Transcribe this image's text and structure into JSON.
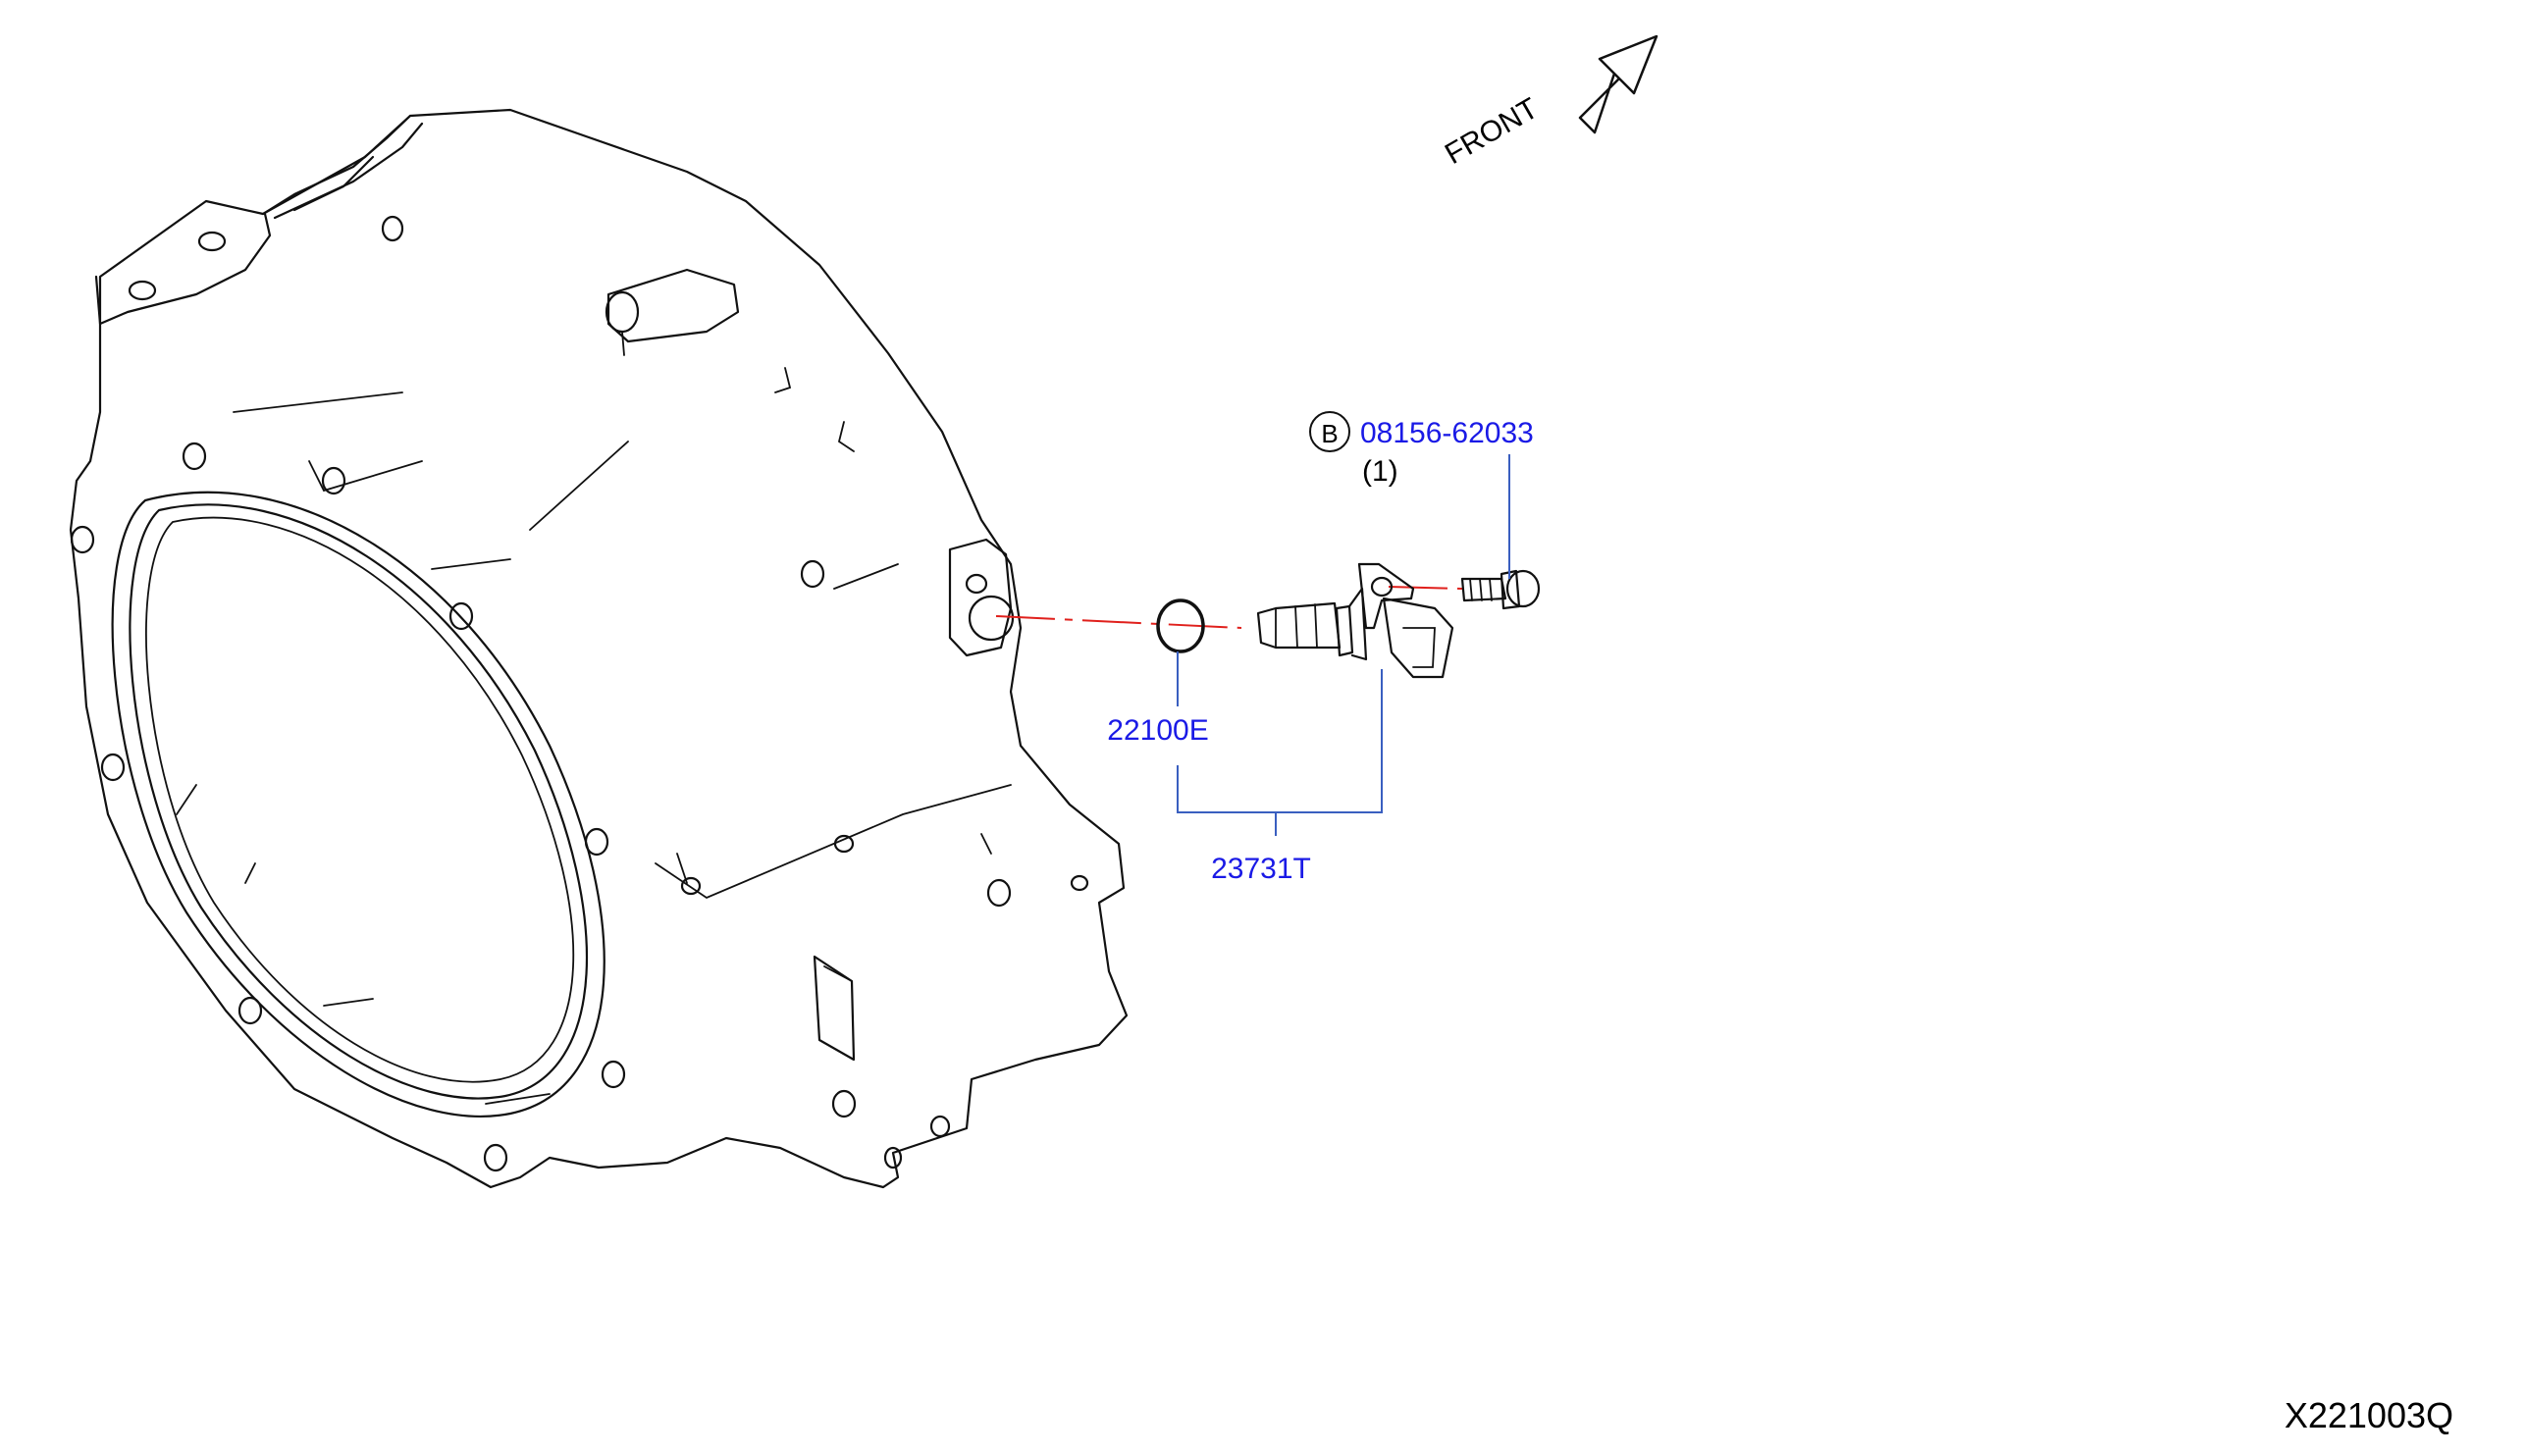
{
  "direction": {
    "label": "FRONT"
  },
  "parts": {
    "bolt": {
      "symbol": "B",
      "number": "08156-62033",
      "quantity": "(1)"
    },
    "o_ring": {
      "number": "22100E"
    },
    "sensor": {
      "number": "23731T"
    }
  },
  "diagram_code": "X221003Q",
  "colors": {
    "part_label": "#1a1ae6",
    "leader": "#3a5fc0",
    "center_line": "#e0201c",
    "outline": "#111111"
  }
}
